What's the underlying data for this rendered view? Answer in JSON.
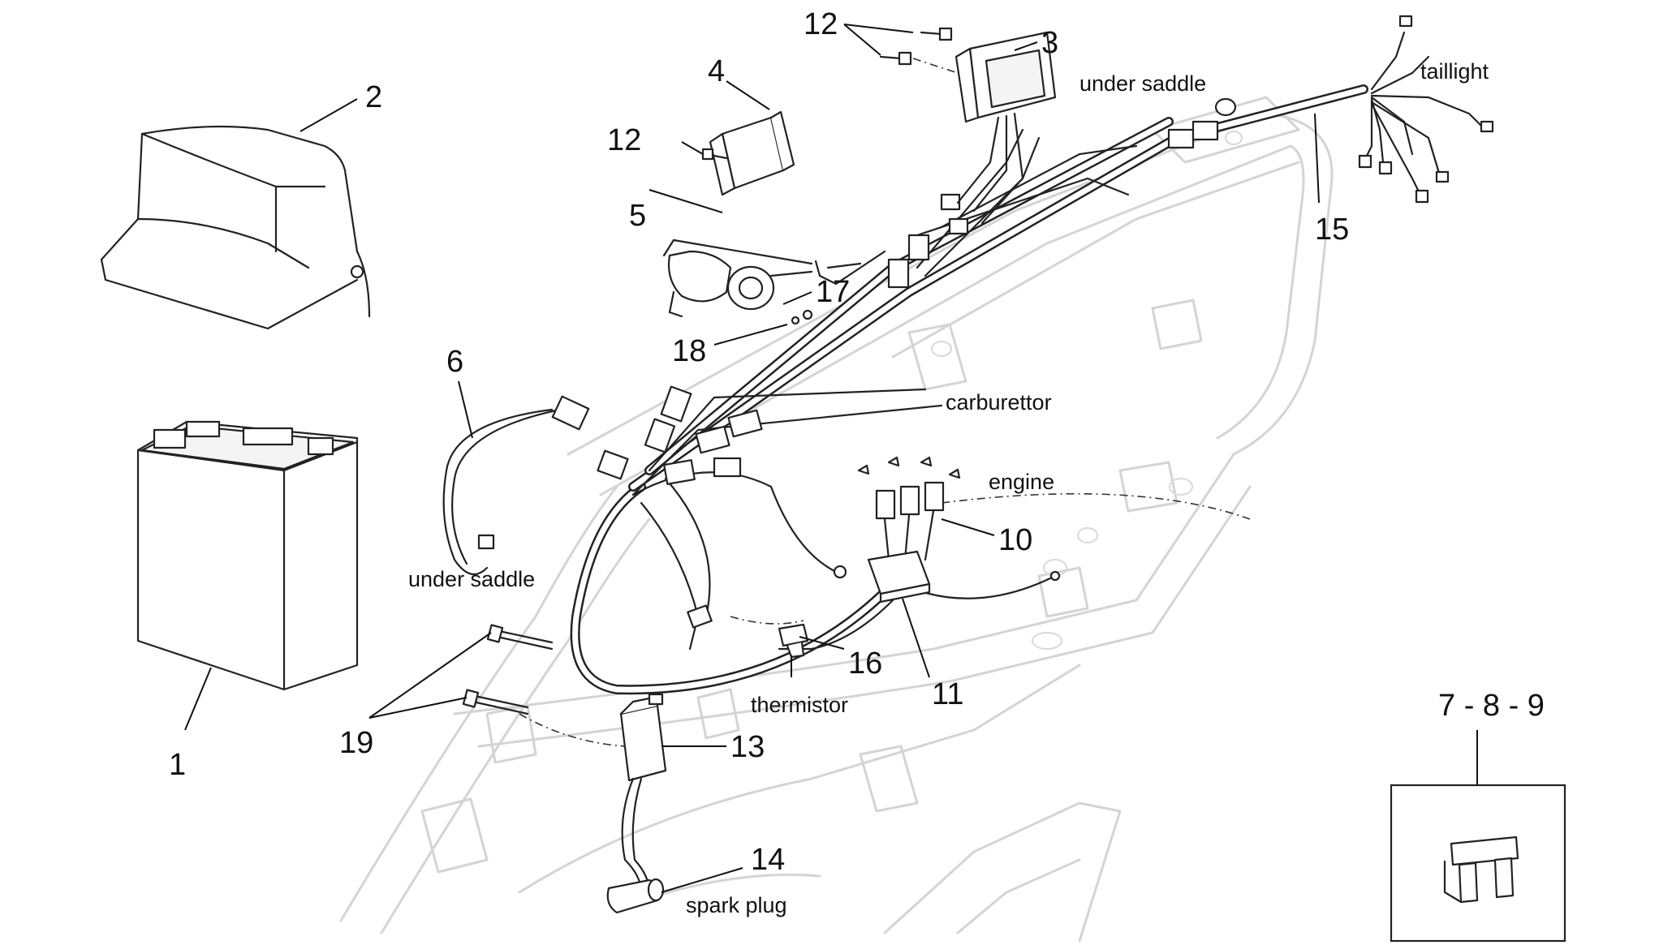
{
  "parts": {
    "p1": "1",
    "p2": "2",
    "p3": "3",
    "p4": "4",
    "p5": "5",
    "p6": "6",
    "p7_8_9": "7 - 8 - 9",
    "p10": "10",
    "p11": "11",
    "p12a": "12",
    "p12b": "12",
    "p13": "13",
    "p14": "14",
    "p15": "15",
    "p16": "16",
    "p17": "17",
    "p18": "18",
    "p19": "19"
  },
  "captions": {
    "under_saddle_top": "under saddle",
    "under_saddle_left": "under saddle",
    "taillight": "taillight",
    "carburettor": "carburettor",
    "engine": "engine",
    "thermistor": "thermistor",
    "spark_plug": "spark plug"
  }
}
